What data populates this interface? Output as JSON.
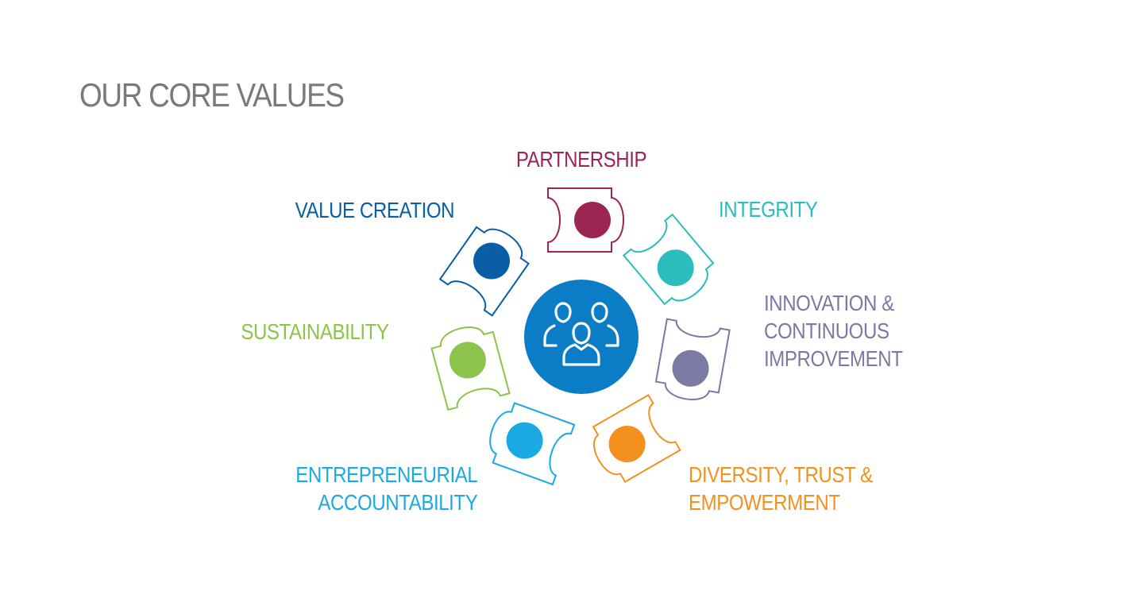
{
  "title": "OUR CORE VALUES",
  "center_icon": "people-group-icon",
  "colors": {
    "title": "#7a7a7a",
    "center": "#0a7dc6",
    "partnership": "#9b2553",
    "integrity": "#2bbcbc",
    "innovation": "#7b7aa3",
    "diversity": "#f4911e",
    "entrepreneurial": "#1ba9e1",
    "sustainability": "#8cc34b",
    "value_creation": "#0a5ea6"
  },
  "values": [
    {
      "key": "partnership",
      "lines": [
        "PARTNERSHIP"
      ]
    },
    {
      "key": "integrity",
      "lines": [
        "INTEGRITY"
      ]
    },
    {
      "key": "innovation",
      "lines": [
        "INNOVATION &",
        "CONTINUOUS",
        "IMPROVEMENT"
      ]
    },
    {
      "key": "diversity",
      "lines": [
        "DIVERSITY, TRUST &",
        "EMPOWERMENT"
      ]
    },
    {
      "key": "entrepreneurial",
      "lines": [
        "ENTREPRENEURIAL",
        "ACCOUNTABILITY"
      ]
    },
    {
      "key": "sustainability",
      "lines": [
        "SUSTAINABILITY"
      ]
    },
    {
      "key": "value_creation",
      "lines": [
        "VALUE CREATION"
      ]
    }
  ]
}
